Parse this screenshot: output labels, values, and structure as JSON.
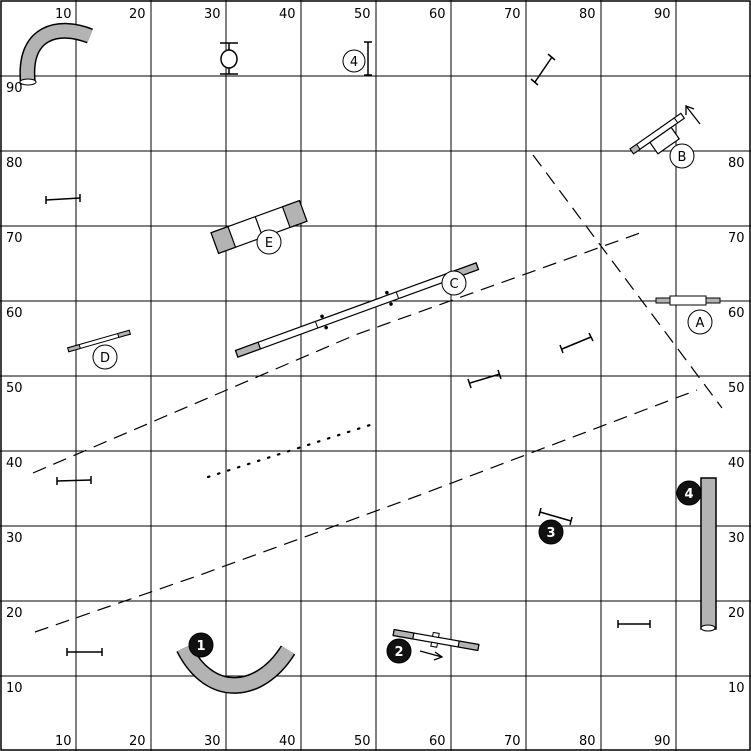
{
  "grid": {
    "top_labels": [
      "10",
      "20",
      "30",
      "40",
      "50",
      "60",
      "70",
      "80",
      "90"
    ],
    "bottom_labels": [
      "10",
      "20",
      "30",
      "40",
      "50",
      "60",
      "70",
      "80",
      "90"
    ],
    "left_labels": [
      "90",
      "80",
      "70",
      "60",
      "50",
      "40",
      "30",
      "20",
      "10"
    ],
    "right_labels": [
      "80",
      "70",
      "60",
      "50",
      "40",
      "30",
      "20",
      "10"
    ]
  },
  "letter_markers": [
    "A",
    "B",
    "C",
    "D",
    "E"
  ],
  "outline_number_markers": [
    "4"
  ],
  "numbered_markers": [
    "1",
    "2",
    "3",
    "4"
  ],
  "colors": {
    "tunnel_fill": "#b3b3b3",
    "marker_fill": "#111111",
    "line": "#000000",
    "background": "#ffffff"
  }
}
